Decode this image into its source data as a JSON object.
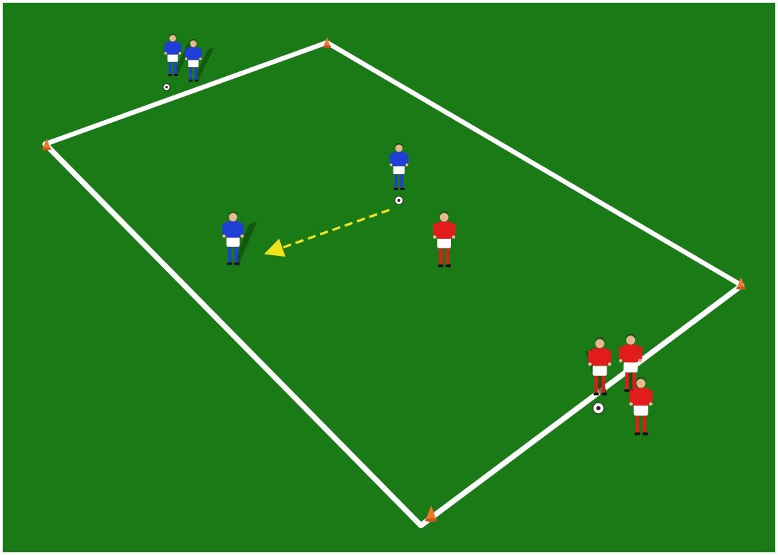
{
  "colors": {
    "pitch": "#1a7a16",
    "pitch_edge": "#166d12",
    "line": "#ffffff",
    "cone": "#f07830",
    "blue_shirt": "#1f3fd6",
    "red_shirt": "#e21b1b",
    "shorts": "#ffffff",
    "pass_arrow": "#f2e21a",
    "shadow": "#0f4a0c"
  },
  "diagram": {
    "pitch_boundary": "white-lined-rectangle",
    "cones": 4,
    "teams": [
      {
        "team": "blue",
        "players_waiting": 2,
        "players_on_pitch": 2,
        "balls": 1
      },
      {
        "team": "red",
        "players_waiting": 3,
        "players_on_pitch": 1,
        "balls": 1
      }
    ],
    "ball_in_play": 1,
    "pass_direction": "from-center-toward-blue-player-left",
    "icons": {
      "cone": "cone-icon",
      "ball": "soccer-ball-icon",
      "player": "player-icon",
      "arrow": "dashed-arrow-icon"
    }
  }
}
